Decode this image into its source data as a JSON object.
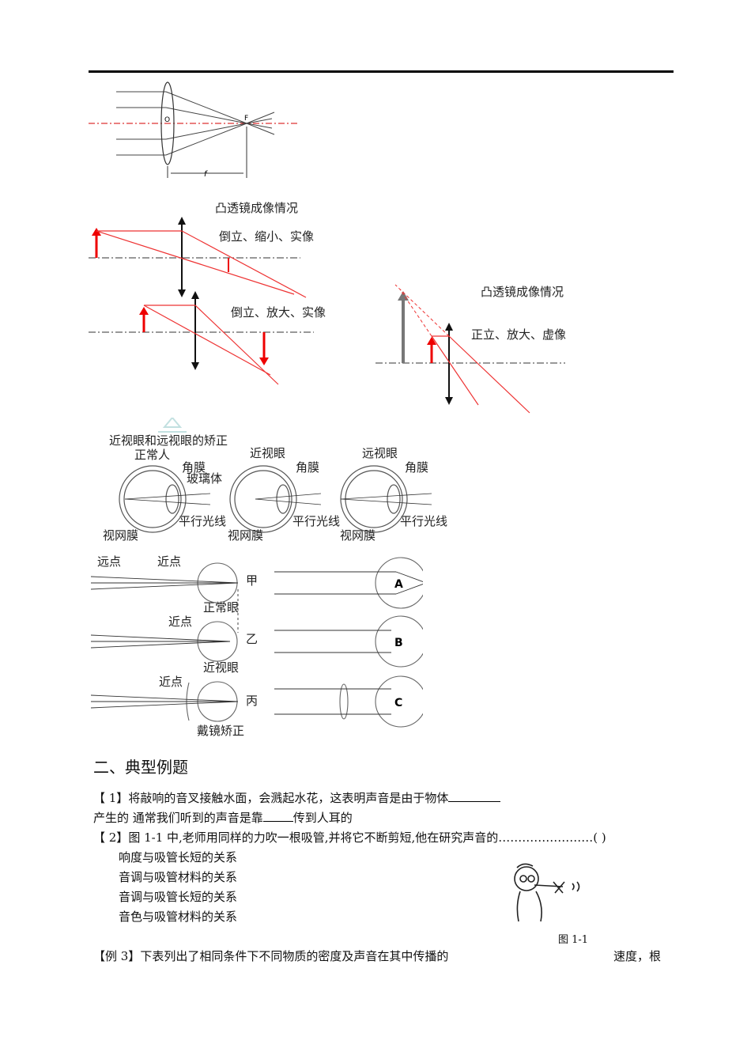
{
  "fig_lens": {
    "o_label": "O",
    "f_label": "F",
    "focal_label": "f"
  },
  "fig_convex": {
    "title_a": "凸透镜成像情况",
    "case1": "倒立、缩小、实像",
    "case2": "倒立、放大、实像",
    "title_b": "凸透镜成像情况",
    "case3": "正立、放大、虚像"
  },
  "fig_eyes": {
    "title": "近视眼和远视眼的矫正",
    "normal": "正常人",
    "myopia": "近视眼",
    "hyperopia": "远视眼",
    "cornea": "角膜",
    "vitreous": "玻璃体",
    "parallel": "平行光线",
    "retina": "视网膜"
  },
  "fig_rays": {
    "far_point": "远点",
    "near_point": "近点",
    "jia": "甲",
    "yi": "乙",
    "bing": "丙",
    "normal_eye": "正常眼",
    "myopia_eye": "近视眼",
    "corrected": "戴镜矫正",
    "A": "A",
    "B": "B",
    "C": "C"
  },
  "section": {
    "title": "二、典型例题"
  },
  "q1": {
    "mark": "【   1】",
    "text_a": "将敲响的音叉接触水面，会溅起水花，这表明声音是由于物体",
    "text_b": "产生的  通常我们听到的声音是靠",
    "text_c": "传到人耳的"
  },
  "q2": {
    "mark": "【   2】",
    "text": "图 1-1 中,老师用同样的力吹一根吸管,并将它不断剪短,他在研究声音的……………………(      )",
    "options": [
      "响度与吸管长短的关系",
      "音调与吸管材料的关系",
      "音调与吸管长短的关系",
      "音色与吸管材料的关系"
    ],
    "figure_caption": "图 1-1"
  },
  "q3": {
    "mark": "【例  3】",
    "text": "下表列出了相同条件下不同物质的密度及声音在其中传播的",
    "text_tail": "速度，根"
  }
}
